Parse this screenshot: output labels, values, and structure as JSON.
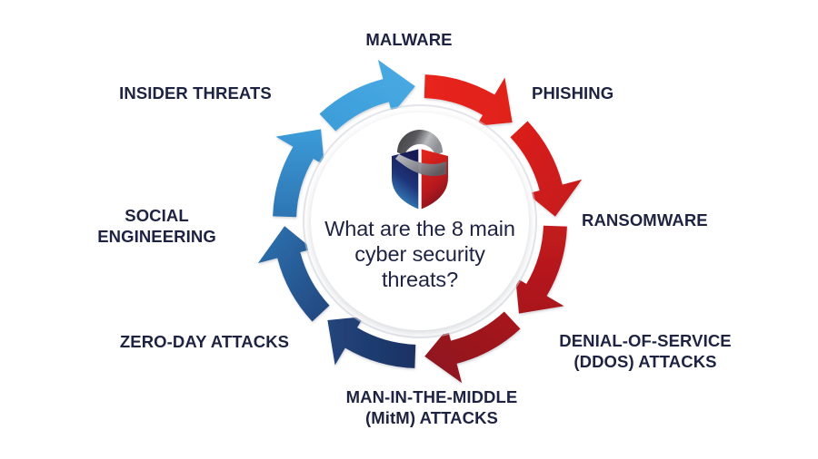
{
  "title": "What are the 8 main cyber security threats?",
  "center": {
    "question": "What are the 8 main\ncyber security\nthreats?",
    "logo_icon": "shield-icon"
  },
  "diagram": {
    "type": "circular-cycle",
    "segment_count": 8,
    "arrow_direction": "outward",
    "background_color": "#ffffff",
    "text_color": "#1d2340"
  },
  "threats": [
    {
      "id": "malware",
      "label": "MALWARE",
      "position": "top",
      "angle_deg": 270,
      "color": "#e8251f",
      "color_end": "#d6201b"
    },
    {
      "id": "phishing",
      "label": "PHISHING",
      "position": "top-right",
      "angle_deg": 315,
      "color": "#d6201b",
      "color_end": "#bf1a1c"
    },
    {
      "id": "ransomware",
      "label": "RANSOMWARE",
      "position": "right",
      "angle_deg": 0,
      "color": "#bf1a1c",
      "color_end": "#a4151d"
    },
    {
      "id": "ddos",
      "label": "DENIAL-OF-SERVICE\n(DDOS) ATTACKS",
      "position": "bottom-right",
      "angle_deg": 45,
      "color": "#a4151d",
      "color_end": "#8d1220"
    },
    {
      "id": "mitm",
      "label": "MAN-IN-THE-MIDDLE\n(MitM) ATTACKS",
      "position": "bottom",
      "angle_deg": 90,
      "color": "#1b3263",
      "color_end": "#1e3d72"
    },
    {
      "id": "zero-day",
      "label": "ZERO-DAY ATTACKS",
      "position": "bottom-left",
      "angle_deg": 135,
      "color": "#24588f",
      "color_end": "#2b6fae"
    },
    {
      "id": "social-engineering",
      "label": "SOCIAL\nENGINEERING",
      "position": "left",
      "angle_deg": 180,
      "color": "#2f87c4",
      "color_end": "#3b9ad6"
    },
    {
      "id": "insider-threats",
      "label": "INSIDER THREATS",
      "position": "top-left",
      "angle_deg": 225,
      "color": "#3b9ad6",
      "color_end": "#49abe4"
    }
  ],
  "shield": {
    "arc_color_left": "#4a4a4c",
    "arc_color_right": "#a8a9ad",
    "body_blue_top": "#1b1f5e",
    "body_blue_bottom": "#3b9ad6",
    "body_red_top": "#d6201b",
    "body_red_bottom": "#7d1220"
  }
}
